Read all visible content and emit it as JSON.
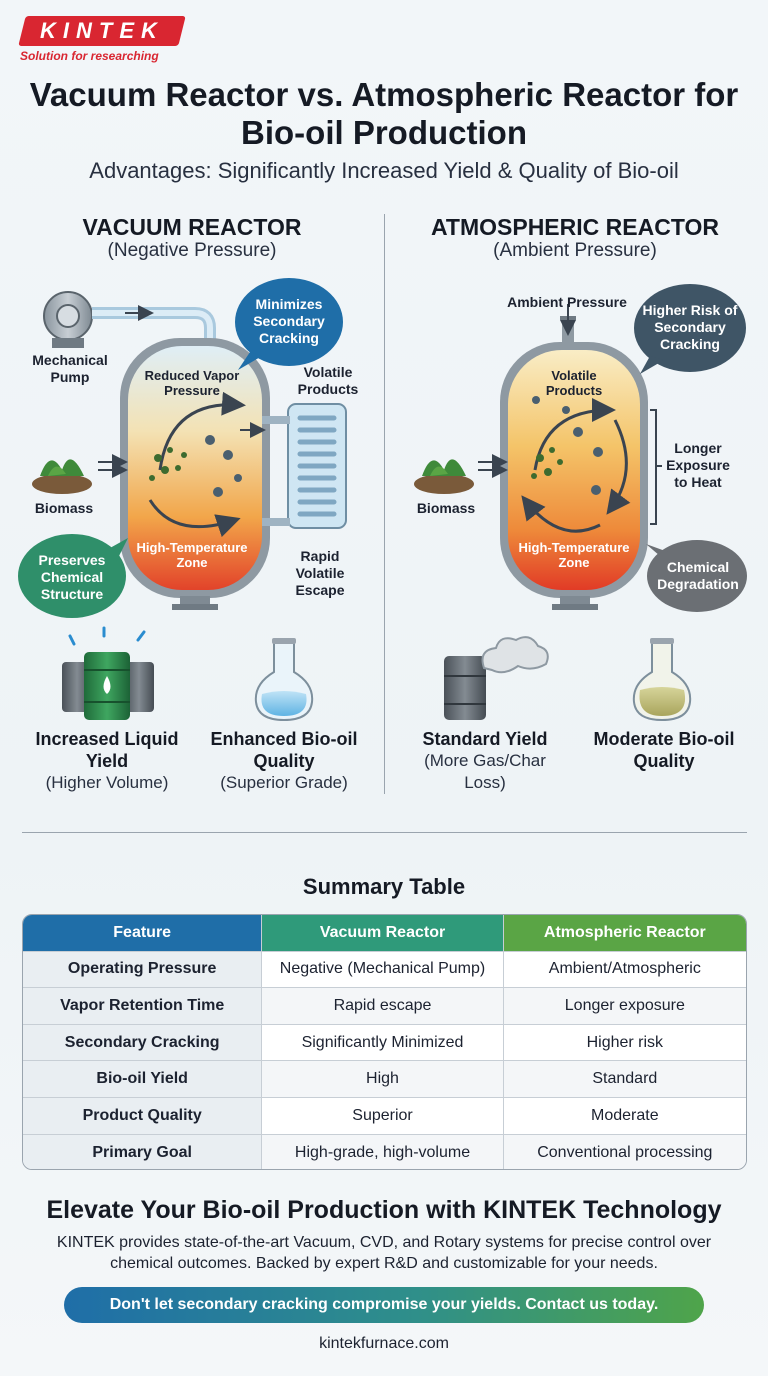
{
  "brand": {
    "name": "KINTEK",
    "tagline": "Solution for researching"
  },
  "title": "Vacuum Reactor vs. Atmospheric Reactor for Bio-oil Production",
  "subtitle": "Advantages: Significantly Increased Yield & Quality of Bio-oil",
  "vacuum": {
    "heading": "VACUUM REACTOR",
    "subheading": "(Negative Pressure)",
    "pump_label": "Mechanical Pump",
    "biomass_label": "Biomass",
    "vapor_label": "Reduced Vapor Pressure",
    "volatile_label": "Volatile Products",
    "zone_label": "High-Temperature Zone",
    "escape_label": "Rapid Volatile Escape",
    "bubble_top": "Minimizes Secondary Cracking",
    "bubble_left": "Preserves Chemical Structure",
    "result1_title": "Increased Liquid Yield",
    "result1_sub": "(Higher Volume)",
    "result2_title": "Enhanced Bio-oil Quality",
    "result2_sub": "(Superior Grade)",
    "colors": {
      "blue": "#1f6ea8",
      "green": "#2f9a7a"
    }
  },
  "atmospheric": {
    "heading": "ATMOSPHERIC REACTOR",
    "subheading": "(Ambient Pressure)",
    "ambient_label": "Ambient Pressure",
    "biomass_label": "Biomass",
    "volatile_label": "Volatile Products",
    "zone_label": "High-Temperature Zone",
    "exposure_label": "Longer Exposure to Heat",
    "bubble_top": "Higher Risk of Secondary Cracking",
    "bubble_right": "Chemical Degradation",
    "result1_title": "Standard Yield",
    "result1_sub": "(More Gas/Char Loss)",
    "result2_title": "Moderate Bio-oil Quality",
    "colors": {
      "slate": "#3f5566",
      "gray": "#6b6f74"
    }
  },
  "table": {
    "title": "Summary Table",
    "headers": [
      "Feature",
      "Vacuum Reactor",
      "Atmospheric Reactor"
    ],
    "rows": [
      [
        "Operating Pressure",
        "Negative (Mechanical Pump)",
        "Ambient/Atmospheric"
      ],
      [
        "Vapor Retention Time",
        "Rapid escape",
        "Longer exposure"
      ],
      [
        "Secondary Cracking",
        "Significantly Minimized",
        "Higher risk"
      ],
      [
        "Bio-oil Yield",
        "High",
        "Standard"
      ],
      [
        "Product Quality",
        "Superior",
        "Moderate"
      ],
      [
        "Primary Goal",
        "High-grade, high-volume",
        "Conventional processing"
      ]
    ]
  },
  "cta": {
    "title": "Elevate Your Bio-oil Production with KINTEK Technology",
    "body": "KINTEK provides state-of-the-art Vacuum, CVD, and Rotary systems for precise control over chemical outcomes. Backed by expert R&D and customizable for your needs.",
    "button": "Don't let secondary cracking compromise your yields. Contact us today.",
    "website": "kintekfurnace.com"
  }
}
